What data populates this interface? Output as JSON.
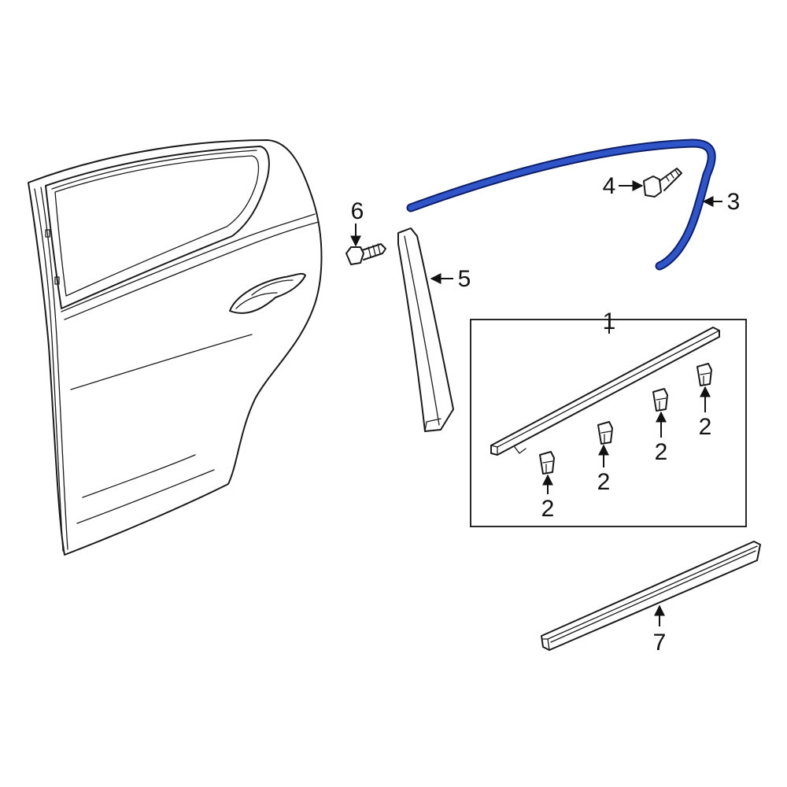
{
  "colors": {
    "background": "#ffffff",
    "line": "#1a1a1a",
    "highlight": "#2f55c8",
    "highlight_outline": "#0d1f6b"
  },
  "callouts": {
    "c1": "1",
    "c2a": "2",
    "c2b": "2",
    "c2c": "2",
    "c2d": "2",
    "c3": "3",
    "c4": "4",
    "c5": "5",
    "c6": "6",
    "c7": "7"
  }
}
